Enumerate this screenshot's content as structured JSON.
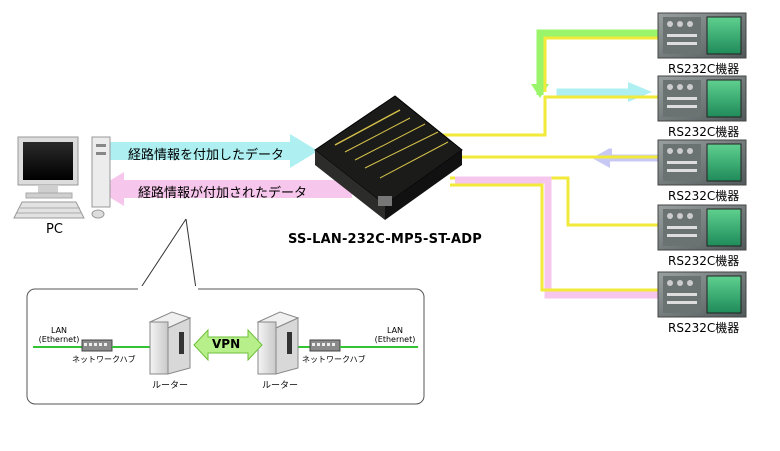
{
  "pc": {
    "label": "PC"
  },
  "flows": {
    "outbound": "経路情報を付加したデータ",
    "inbound": "経路情報が付加されたデータ"
  },
  "device": {
    "model": "SS-LAN-232C-MP5-ST-ADP"
  },
  "rs232c_devices": [
    {
      "label": "RS232C機器"
    },
    {
      "label": "RS232C機器"
    },
    {
      "label": "RS232C機器"
    },
    {
      "label": "RS232C機器"
    },
    {
      "label": "RS232C機器"
    }
  ],
  "inset": {
    "lan_left": {
      "line1": "LAN",
      "line2": "(Ethernet)"
    },
    "lan_right": {
      "line1": "LAN",
      "line2": "(Ethernet)"
    },
    "hub_left": "ネットワークハブ",
    "hub_right": "ネットワークハブ",
    "router_left": "ルーター",
    "router_right": "ルーター",
    "vpn": "VPN"
  },
  "colors": {
    "yellow_line": "#f2ea3a",
    "green_line": "#9af56a",
    "cyan_arrow": "#aef0f2",
    "pink_arrow": "#f7c6ec",
    "lavender_arrow": "#c8c8f5",
    "lan_green": "#33c433"
  }
}
